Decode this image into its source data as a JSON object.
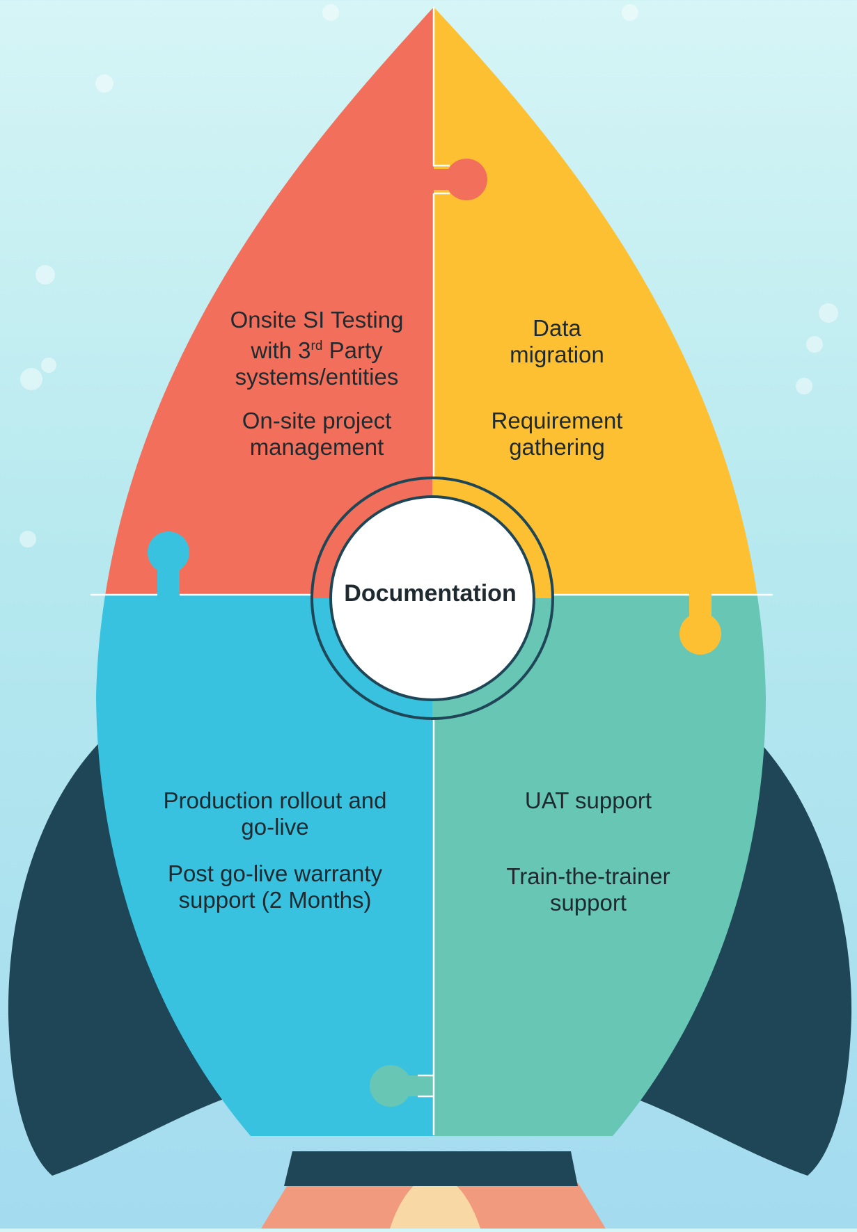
{
  "center": {
    "label": "Documentation"
  },
  "quadrants": {
    "top_left": {
      "line1a": "Onsite SI Testing",
      "line1b_pre": "with 3",
      "line1b_sup": "rd",
      "line1b_post": " Party",
      "line1c": "systems/entities",
      "line2a": "On-site project",
      "line2b": "management"
    },
    "top_right": {
      "line1a": "Data",
      "line1b": "migration",
      "line2a": "Requirement",
      "line2b": "gathering"
    },
    "bottom_left": {
      "line1a": "Production rollout and",
      "line1b": "go-live",
      "line2a": "Post go-live warranty",
      "line2b": "support (2 Months)"
    },
    "bottom_right": {
      "line1a": "UAT support",
      "line2a": "Train-the-trainer",
      "line2b": "support"
    }
  },
  "colors": {
    "coral": "#f2705b",
    "yellow": "#fcc032",
    "cyan": "#38c2df",
    "teal": "#68c6b5",
    "navy": "#1e4656",
    "flame_outer": "#f19a7e",
    "flame_inner": "#f8d9a6"
  }
}
